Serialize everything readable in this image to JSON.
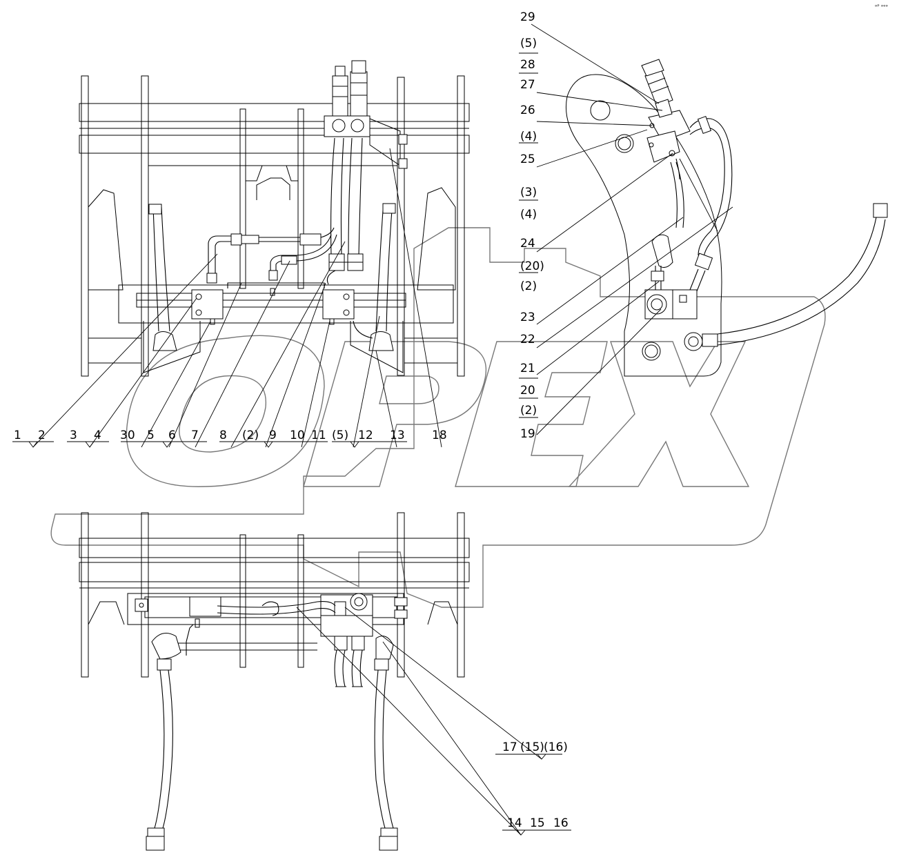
{
  "corner_mark": "ᵊᴾ ᵊᵊᵊ",
  "watermark": "OPEX",
  "callouts": {
    "bottom_row": [
      "1",
      "2",
      "3",
      "4",
      "30",
      "5",
      "6",
      "7",
      "8",
      "(2)",
      "9",
      "10",
      "11",
      "(5)",
      "12",
      "13",
      "18"
    ],
    "right_column": [
      "29",
      "(5)",
      "28",
      "27",
      "26",
      "(4)",
      "25",
      "(3)",
      "(4)",
      "24",
      "(20)",
      "(2)",
      "23",
      "22",
      "21",
      "20",
      "(2)",
      "19"
    ],
    "group_17": [
      "17",
      "(15)",
      "(16)"
    ],
    "group_14": [
      "14",
      "15",
      "16"
    ]
  }
}
